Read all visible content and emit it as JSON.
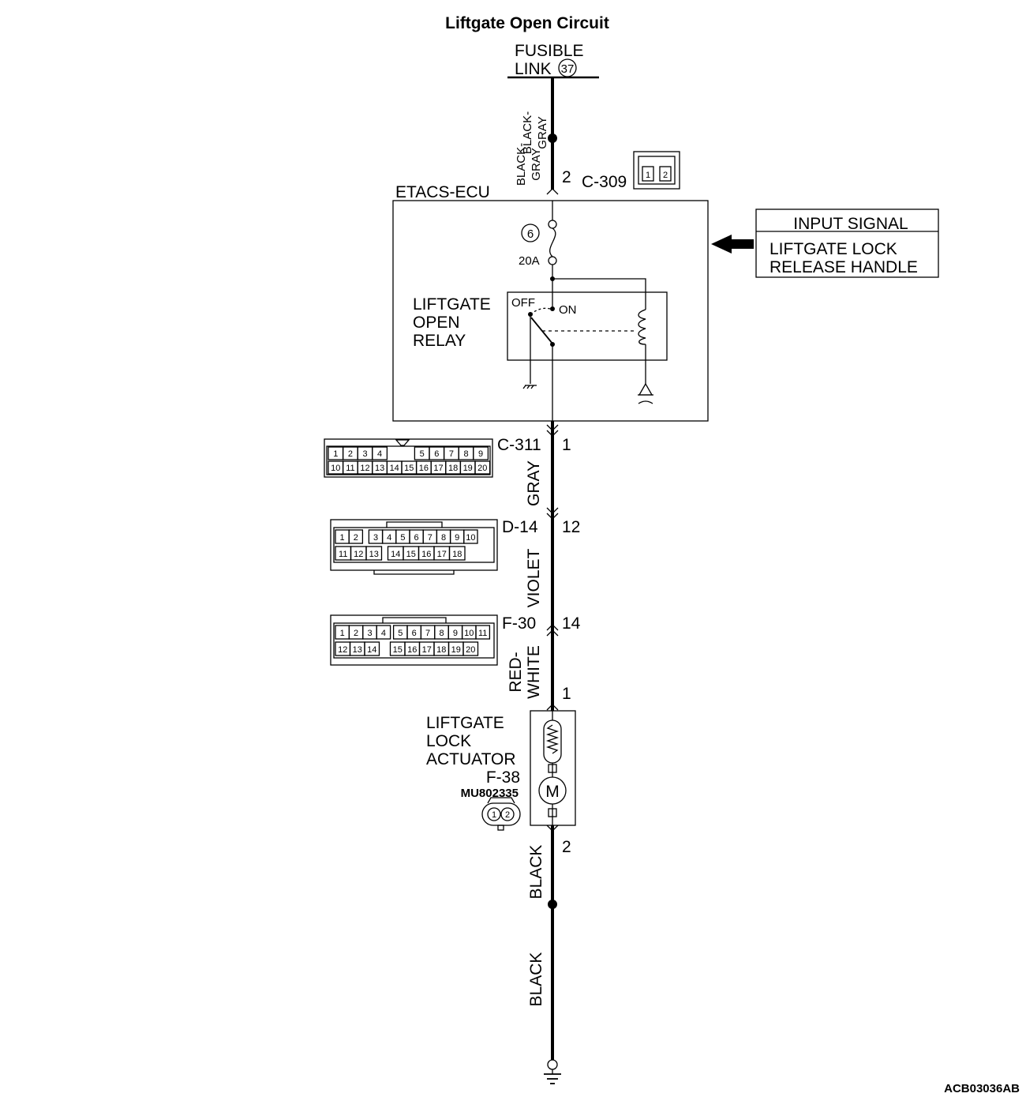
{
  "title": "Liftgate Open Circuit",
  "fusible_link": {
    "line1": "FUSIBLE",
    "line2": "LINK",
    "number": "37"
  },
  "wire_colors": {
    "black_gray_1": "BLACK-",
    "black_gray_2": "GRAY",
    "gray": "GRAY",
    "violet": "VIOLET",
    "red_white_1": "RED-",
    "red_white_2": "WHITE",
    "black": "BLACK"
  },
  "ecu": {
    "name": "ETACS-ECU",
    "fuse_number": "6",
    "fuse_rating": "20A",
    "relay_label": [
      "LIFTGATE",
      "OPEN",
      "RELAY"
    ],
    "relay_off": "OFF",
    "relay_on": "ON"
  },
  "input_signal": {
    "header": "INPUT SIGNAL",
    "line1": "LIFTGATE LOCK",
    "line2": "RELEASE HANDLE"
  },
  "connectors": {
    "c309": {
      "name": "C-309",
      "pin": "2",
      "pins": [
        "1",
        "2"
      ]
    },
    "c311": {
      "name": "C-311",
      "pin": "1",
      "top_pins": [
        "1",
        "2",
        "3",
        "4",
        "5",
        "6",
        "7",
        "8",
        "9"
      ],
      "bottom_pins": [
        "10",
        "11",
        "12",
        "13",
        "14",
        "15",
        "16",
        "17",
        "18",
        "19",
        "20"
      ]
    },
    "d14": {
      "name": "D-14",
      "pin": "12",
      "top_pins": [
        "1",
        "2",
        "3",
        "4",
        "5",
        "6",
        "7",
        "8",
        "9",
        "10"
      ],
      "bottom_pins": [
        "11",
        "12",
        "13",
        "14",
        "15",
        "16",
        "17",
        "18"
      ]
    },
    "f30": {
      "name": "F-30",
      "pin": "14",
      "top_pins": [
        "1",
        "2",
        "3",
        "4",
        "5",
        "6",
        "7",
        "8",
        "9",
        "10",
        "11"
      ],
      "bottom_pins": [
        "12",
        "13",
        "14",
        "15",
        "16",
        "17",
        "18",
        "19",
        "20"
      ]
    },
    "f38": {
      "name": "F-38",
      "part": "MU802335",
      "pin_in": "1",
      "pin_out": "2",
      "pins": [
        "1",
        "2"
      ]
    }
  },
  "actuator": {
    "label": [
      "LIFTGATE",
      "LOCK",
      "ACTUATOR"
    ],
    "motor": "M"
  },
  "footer_code": "ACB03036AB"
}
